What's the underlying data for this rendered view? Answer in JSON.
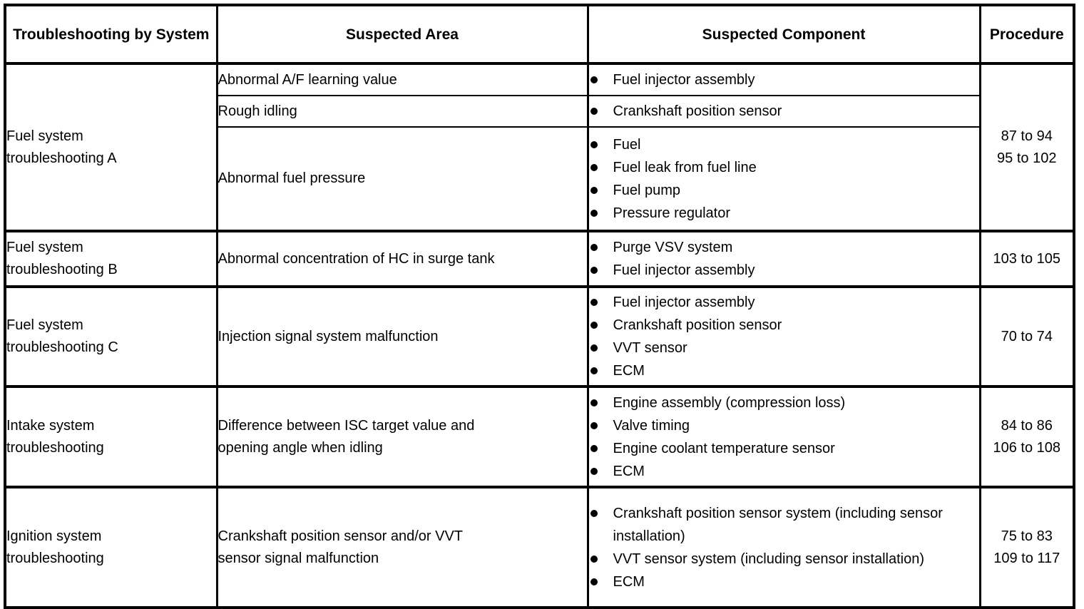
{
  "table": {
    "headers": {
      "system": "Troubleshooting by System",
      "area": "Suspected Area",
      "component": "Suspected Component",
      "procedure": "Procedure"
    },
    "blocks": [
      {
        "system_line1": "Fuel system",
        "system_line2": "troubleshooting A",
        "procedure_line1": "87 to 94",
        "procedure_line2": "95 to 102",
        "rows": [
          {
            "area_line1": "Abnormal A/F learning value",
            "area_line2": "",
            "components": [
              "Fuel injector assembly"
            ]
          },
          {
            "area_line1": "Rough idling",
            "area_line2": "",
            "components": [
              "Crankshaft position sensor"
            ]
          },
          {
            "area_line1": "Abnormal fuel pressure",
            "area_line2": "",
            "components": [
              "Fuel",
              "Fuel leak from fuel line",
              "Fuel pump",
              "Pressure regulator"
            ]
          }
        ]
      },
      {
        "system_line1": "Fuel system",
        "system_line2": "troubleshooting B",
        "procedure_line1": "103 to 105",
        "procedure_line2": "",
        "rows": [
          {
            "area_line1": "Abnormal concentration of HC in surge tank",
            "area_line2": "",
            "components": [
              "Purge VSV system",
              "Fuel injector assembly"
            ]
          }
        ]
      },
      {
        "system_line1": "Fuel system",
        "system_line2": "troubleshooting C",
        "procedure_line1": "70 to 74",
        "procedure_line2": "",
        "rows": [
          {
            "area_line1": "Injection signal system malfunction",
            "area_line2": "",
            "components": [
              "Fuel injector assembly",
              "Crankshaft position sensor",
              "VVT sensor",
              "ECM"
            ]
          }
        ]
      },
      {
        "system_line1": "Intake system",
        "system_line2": "troubleshooting",
        "procedure_line1": "84 to 86",
        "procedure_line2": "106 to 108",
        "rows": [
          {
            "area_line1": "Difference between ISC target value and",
            "area_line2": "opening angle when idling",
            "components": [
              "Engine assembly (compression loss)",
              "Valve timing",
              "Engine coolant temperature sensor",
              "ECM"
            ]
          }
        ]
      },
      {
        "system_line1": "Ignition system",
        "system_line2": "troubleshooting",
        "procedure_line1": "75 to 83",
        "procedure_line2": "109 to 117",
        "rows": [
          {
            "area_line1": "Crankshaft position sensor and/or VVT",
            "area_line2": "sensor signal malfunction",
            "components": [
              "Crankshaft position sensor system (including sensor installation)",
              "VVT sensor system (including sensor installation)",
              "ECM"
            ]
          }
        ]
      }
    ]
  }
}
